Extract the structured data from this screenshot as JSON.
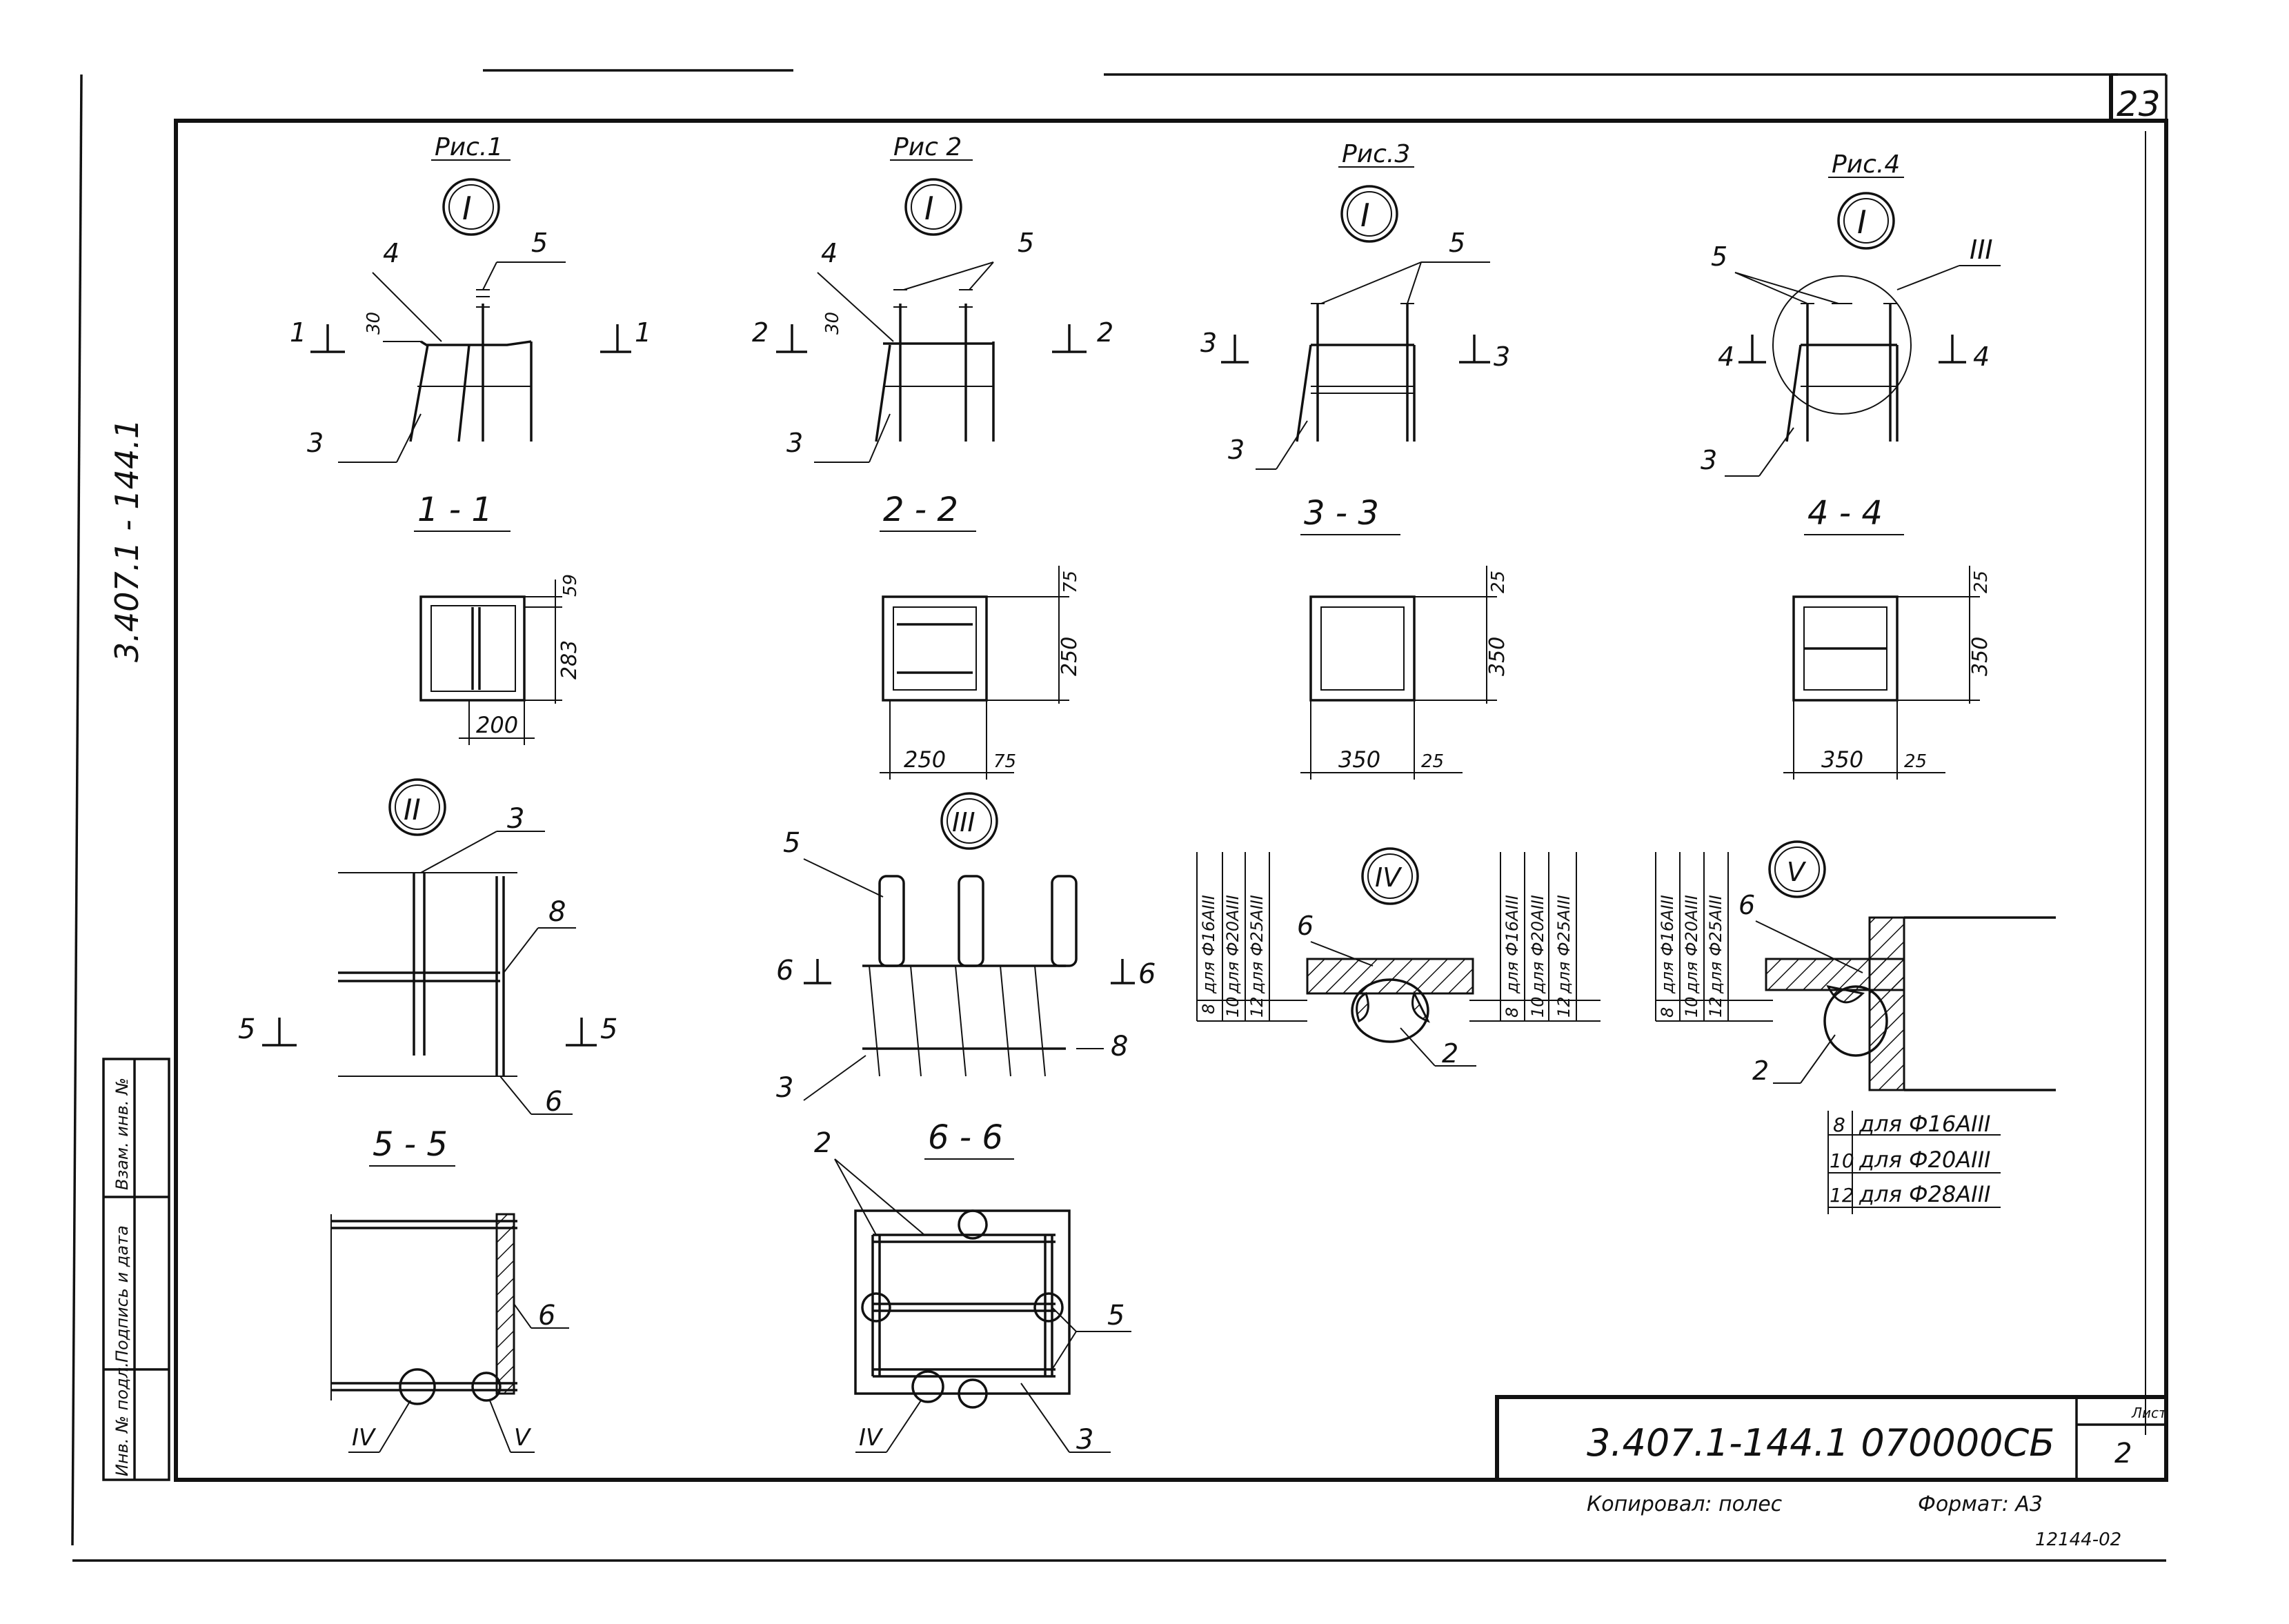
{
  "sheet": {
    "page_number": "23",
    "side_code": "3.407.1 - 144.1",
    "doc_code": "3.407.1-144.1 070000СБ",
    "list_label": "Лист",
    "list_number": "2",
    "copied": "Копировал: полес",
    "format": "Формат: А3",
    "bottom_code": "12144-02"
  },
  "stamp_columns": [
    "Инв. № подл.",
    "Подпись и дата",
    "Взам. инв. №"
  ],
  "figures": {
    "ris1": {
      "title": "Рис.1",
      "node": "I",
      "cut_left": "1",
      "cut_right": "1",
      "dim": "30",
      "callouts": [
        "4",
        "5",
        "3"
      ]
    },
    "ris2": {
      "title": "Рис 2",
      "node": "I",
      "cut_left": "2",
      "cut_right": "2",
      "dim": "30",
      "callouts": [
        "4",
        "5",
        "3"
      ]
    },
    "ris3": {
      "title": "Рис.3",
      "node": "I",
      "cut_left": "3",
      "cut_right": "3",
      "callouts": [
        "5",
        "3"
      ]
    },
    "ris4": {
      "title": "Рис.4",
      "node": "I",
      "node_ref": "III",
      "cut_left": "4",
      "cut_right": "4",
      "callouts": [
        "5",
        "3"
      ]
    }
  },
  "sections": {
    "s11": {
      "title": "1 - 1",
      "dims": [
        "59",
        "283",
        "200"
      ]
    },
    "s22": {
      "title": "2 - 2",
      "dims": [
        "75",
        "250",
        "250",
        "75"
      ]
    },
    "s33": {
      "title": "3 - 3",
      "dims": [
        "25",
        "350",
        "350",
        "25"
      ]
    },
    "s44": {
      "title": "4 - 4",
      "dims": [
        "25",
        "350",
        "350",
        "25"
      ]
    },
    "s55": {
      "title": "5 - 5",
      "callouts": [
        "6",
        "IV",
        "V"
      ]
    },
    "s66": {
      "title": "6 - 6",
      "callouts": [
        "2",
        "5",
        "IV",
        "3"
      ]
    }
  },
  "nodes": {
    "n2": {
      "node": "II",
      "callouts": [
        "3",
        "8",
        "6"
      ],
      "cut_left": "5",
      "cut_right": "5"
    },
    "n3": {
      "node": "III",
      "callouts": [
        "5",
        "3",
        "8"
      ],
      "cut_left": "6",
      "cut_right": "6"
    },
    "n4": {
      "node": "IV",
      "callouts": [
        "6",
        "2"
      ]
    },
    "n5": {
      "node": "V",
      "callouts": [
        "6",
        "2"
      ]
    }
  },
  "weld_table": {
    "rows": [
      {
        "size": "8",
        "label": "для Ф16АIII"
      },
      {
        "size": "10",
        "label": "для Ф20АIII"
      },
      {
        "size": "12",
        "label": "для Ф25АIII"
      }
    ],
    "rows_v": [
      {
        "size": "8",
        "label": "для Ф16АIII"
      },
      {
        "size": "10",
        "label": "для Ф20АIII"
      },
      {
        "size": "12",
        "label": "для Ф28АIII"
      }
    ]
  }
}
